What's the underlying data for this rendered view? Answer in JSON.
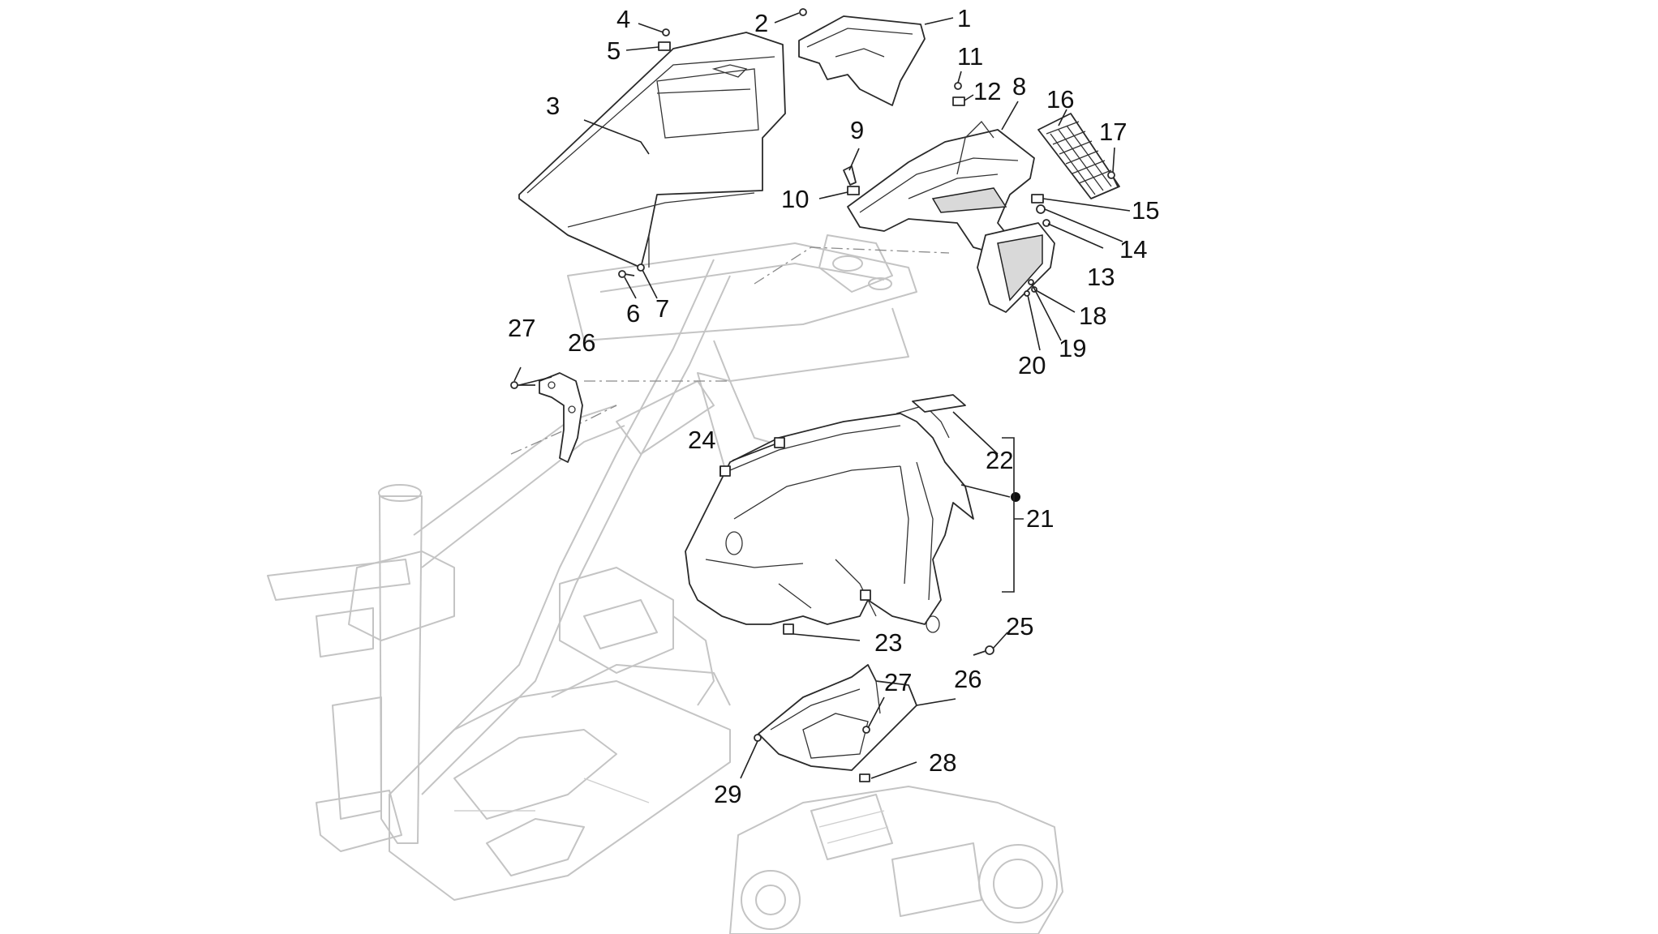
{
  "diagram": {
    "callouts": [
      {
        "n": "1"
      },
      {
        "n": "2"
      },
      {
        "n": "3"
      },
      {
        "n": "4"
      },
      {
        "n": "5"
      },
      {
        "n": "6"
      },
      {
        "n": "7"
      },
      {
        "n": "8"
      },
      {
        "n": "9"
      },
      {
        "n": "10"
      },
      {
        "n": "11"
      },
      {
        "n": "12"
      },
      {
        "n": "13"
      },
      {
        "n": "14"
      },
      {
        "n": "15"
      },
      {
        "n": "16"
      },
      {
        "n": "17"
      },
      {
        "n": "18"
      },
      {
        "n": "19"
      },
      {
        "n": "20"
      },
      {
        "n": "21"
      },
      {
        "n": "22"
      },
      {
        "n": "23"
      },
      {
        "n": "24"
      },
      {
        "n": "25"
      },
      {
        "n": "26"
      },
      {
        "n": "27"
      },
      {
        "n": "26"
      },
      {
        "n": "27"
      },
      {
        "n": "28"
      },
      {
        "n": "29"
      }
    ],
    "colors": {
      "part_outline": "#2a2a2a",
      "frame_ghost": "#c4c4c4",
      "background": "#ffffff"
    }
  }
}
